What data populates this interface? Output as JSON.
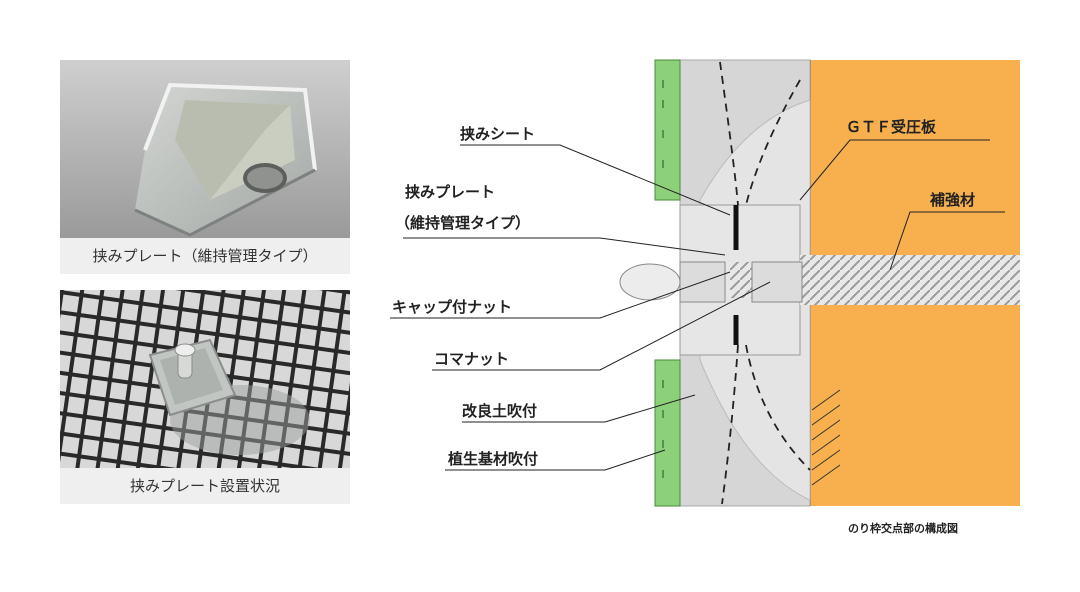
{
  "photos": [
    {
      "caption": "挟みプレート（維持管理タイプ）"
    },
    {
      "caption": "挟みプレート設置状況"
    }
  ],
  "diagram": {
    "labels_left": [
      "挟みシート",
      "挟みプレート",
      "（維持管理タイプ）",
      "キャップ付ナット",
      "コマナット",
      "改良土吹付",
      "植生基材吹付"
    ],
    "labels_right": [
      "ＧＴＦ受圧板",
      "補強材"
    ],
    "credit": "のり枠交点部の構成図"
  },
  "colors": {
    "orange": "#F7B04D",
    "green": "#8CD07A",
    "gray_panel": "#D6D6D6",
    "gray_edge": "#A8A8A8"
  }
}
